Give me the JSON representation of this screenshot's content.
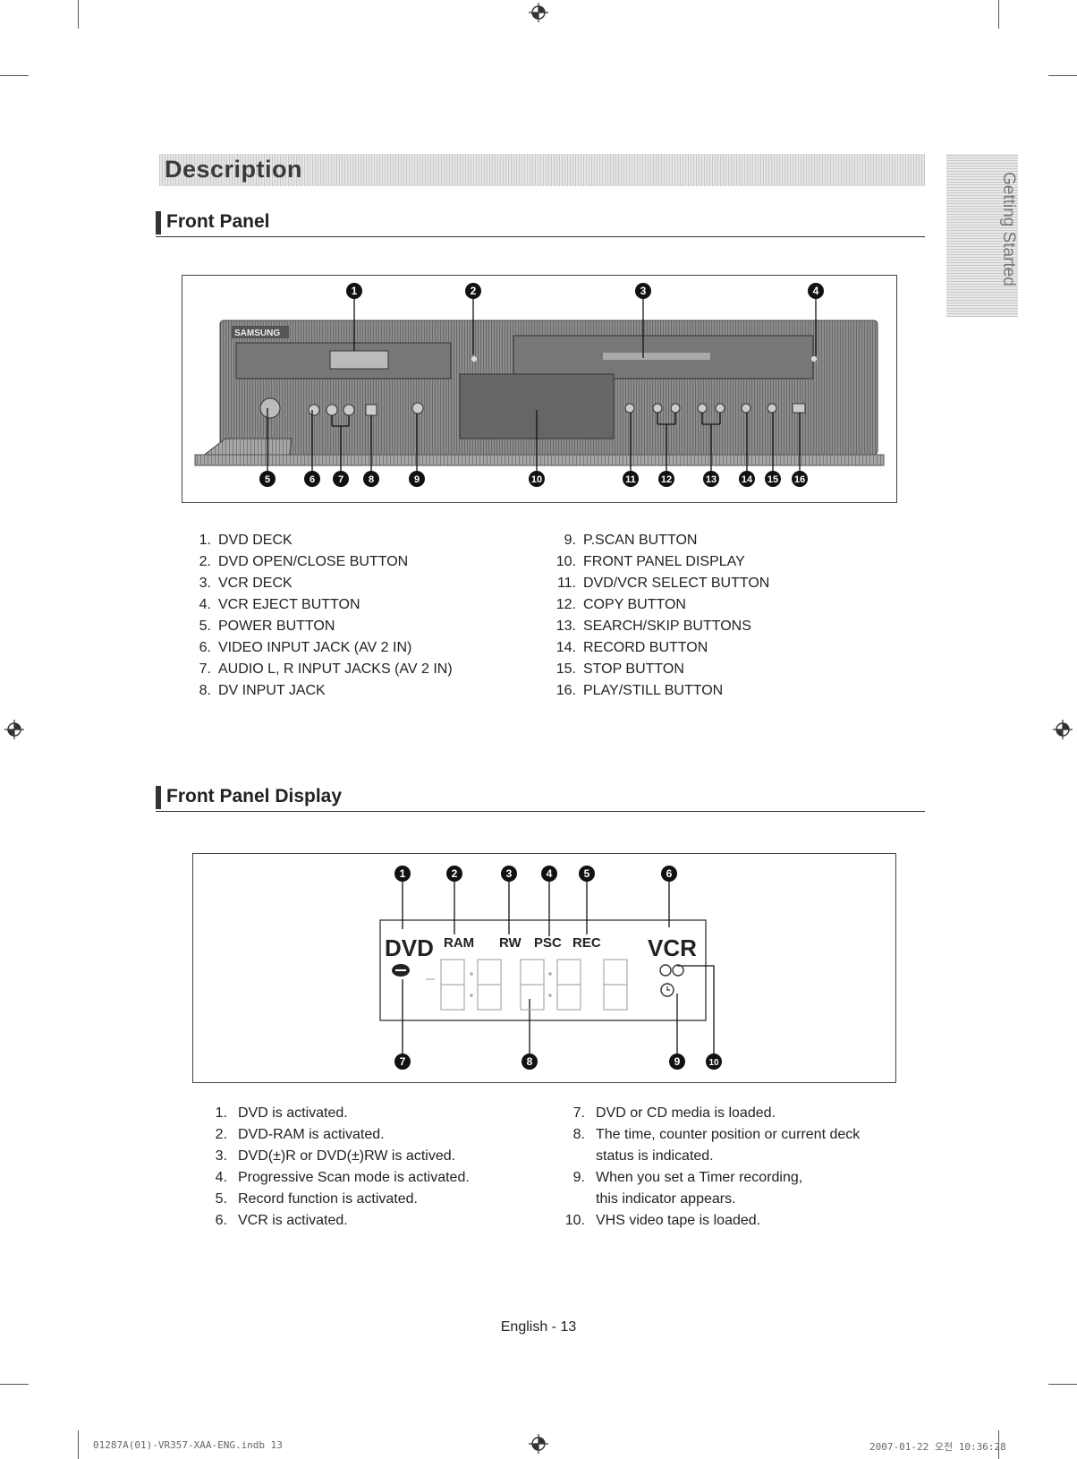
{
  "section_title": "Description",
  "side_tab": "Getting Started",
  "front_panel": {
    "heading": "Front Panel",
    "device_brand": "SAMSUNG",
    "callouts_top": [
      "1",
      "2",
      "3",
      "4"
    ],
    "callouts_bottom": [
      "5",
      "6",
      "7",
      "8",
      "9",
      "10",
      "11",
      "12",
      "13",
      "14",
      "15",
      "16"
    ],
    "items_left": [
      {
        "num": "1.",
        "text": "DVD DECK"
      },
      {
        "num": "2.",
        "text": "DVD OPEN/CLOSE BUTTON"
      },
      {
        "num": "3.",
        "text": "VCR DECK"
      },
      {
        "num": "4.",
        "text": "VCR EJECT BUTTON"
      },
      {
        "num": "5.",
        "text": "POWER BUTTON"
      },
      {
        "num": "6.",
        "text": "VIDEO INPUT JACK (AV 2 IN)"
      },
      {
        "num": "7.",
        "text": "AUDIO L, R INPUT JACKS (AV 2 IN)"
      },
      {
        "num": "8.",
        "text": "DV INPUT JACK"
      }
    ],
    "items_right": [
      {
        "num": "9.",
        "text": "P.SCAN BUTTON"
      },
      {
        "num": "10.",
        "text": "FRONT PANEL DISPLAY"
      },
      {
        "num": "11.",
        "text": "DVD/VCR SELECT BUTTON"
      },
      {
        "num": "12.",
        "text": "COPY BUTTON"
      },
      {
        "num": "13.",
        "text": "SEARCH/SKIP BUTTONS"
      },
      {
        "num": "14.",
        "text": "RECORD BUTTON"
      },
      {
        "num": "15.",
        "text": "STOP BUTTON"
      },
      {
        "num": "16.",
        "text": "PLAY/STILL BUTTON"
      }
    ]
  },
  "front_panel_display": {
    "heading": "Front Panel Display",
    "lcd": {
      "dvd": "DVD",
      "ram": "RAM",
      "rw": "RW",
      "psc": "PSC",
      "rec": "REC",
      "vcr": "VCR"
    },
    "callouts_top": [
      "1",
      "2",
      "3",
      "4",
      "5",
      "6"
    ],
    "callouts_bottom": [
      "7",
      "8",
      "9",
      "10"
    ],
    "items_left": [
      {
        "num": "1.",
        "text": "DVD is activated."
      },
      {
        "num": "2.",
        "text": "DVD-RAM is activated."
      },
      {
        "num": "3.",
        "text": "DVD(±)R or DVD(±)RW is actived."
      },
      {
        "num": "4.",
        "text": "Progressive Scan mode is activated."
      },
      {
        "num": "5.",
        "text": "Record function is activated."
      },
      {
        "num": "6.",
        "text": "VCR is activated."
      }
    ],
    "items_right": [
      {
        "num": "7.",
        "text": "DVD or CD media is loaded."
      },
      {
        "num": "8.",
        "text": "The time, counter position or current deck\nstatus is indicated."
      },
      {
        "num": "9.",
        "text": "When you set a Timer recording,\nthis indicator appears."
      },
      {
        "num": "10.",
        "text": "VHS video tape is loaded."
      }
    ]
  },
  "page_footer": "English - 13",
  "slug_left": "01287A(01)-VR357-XAA-ENG.indb   13",
  "slug_right": "2007-01-22   오전 10:36:28"
}
